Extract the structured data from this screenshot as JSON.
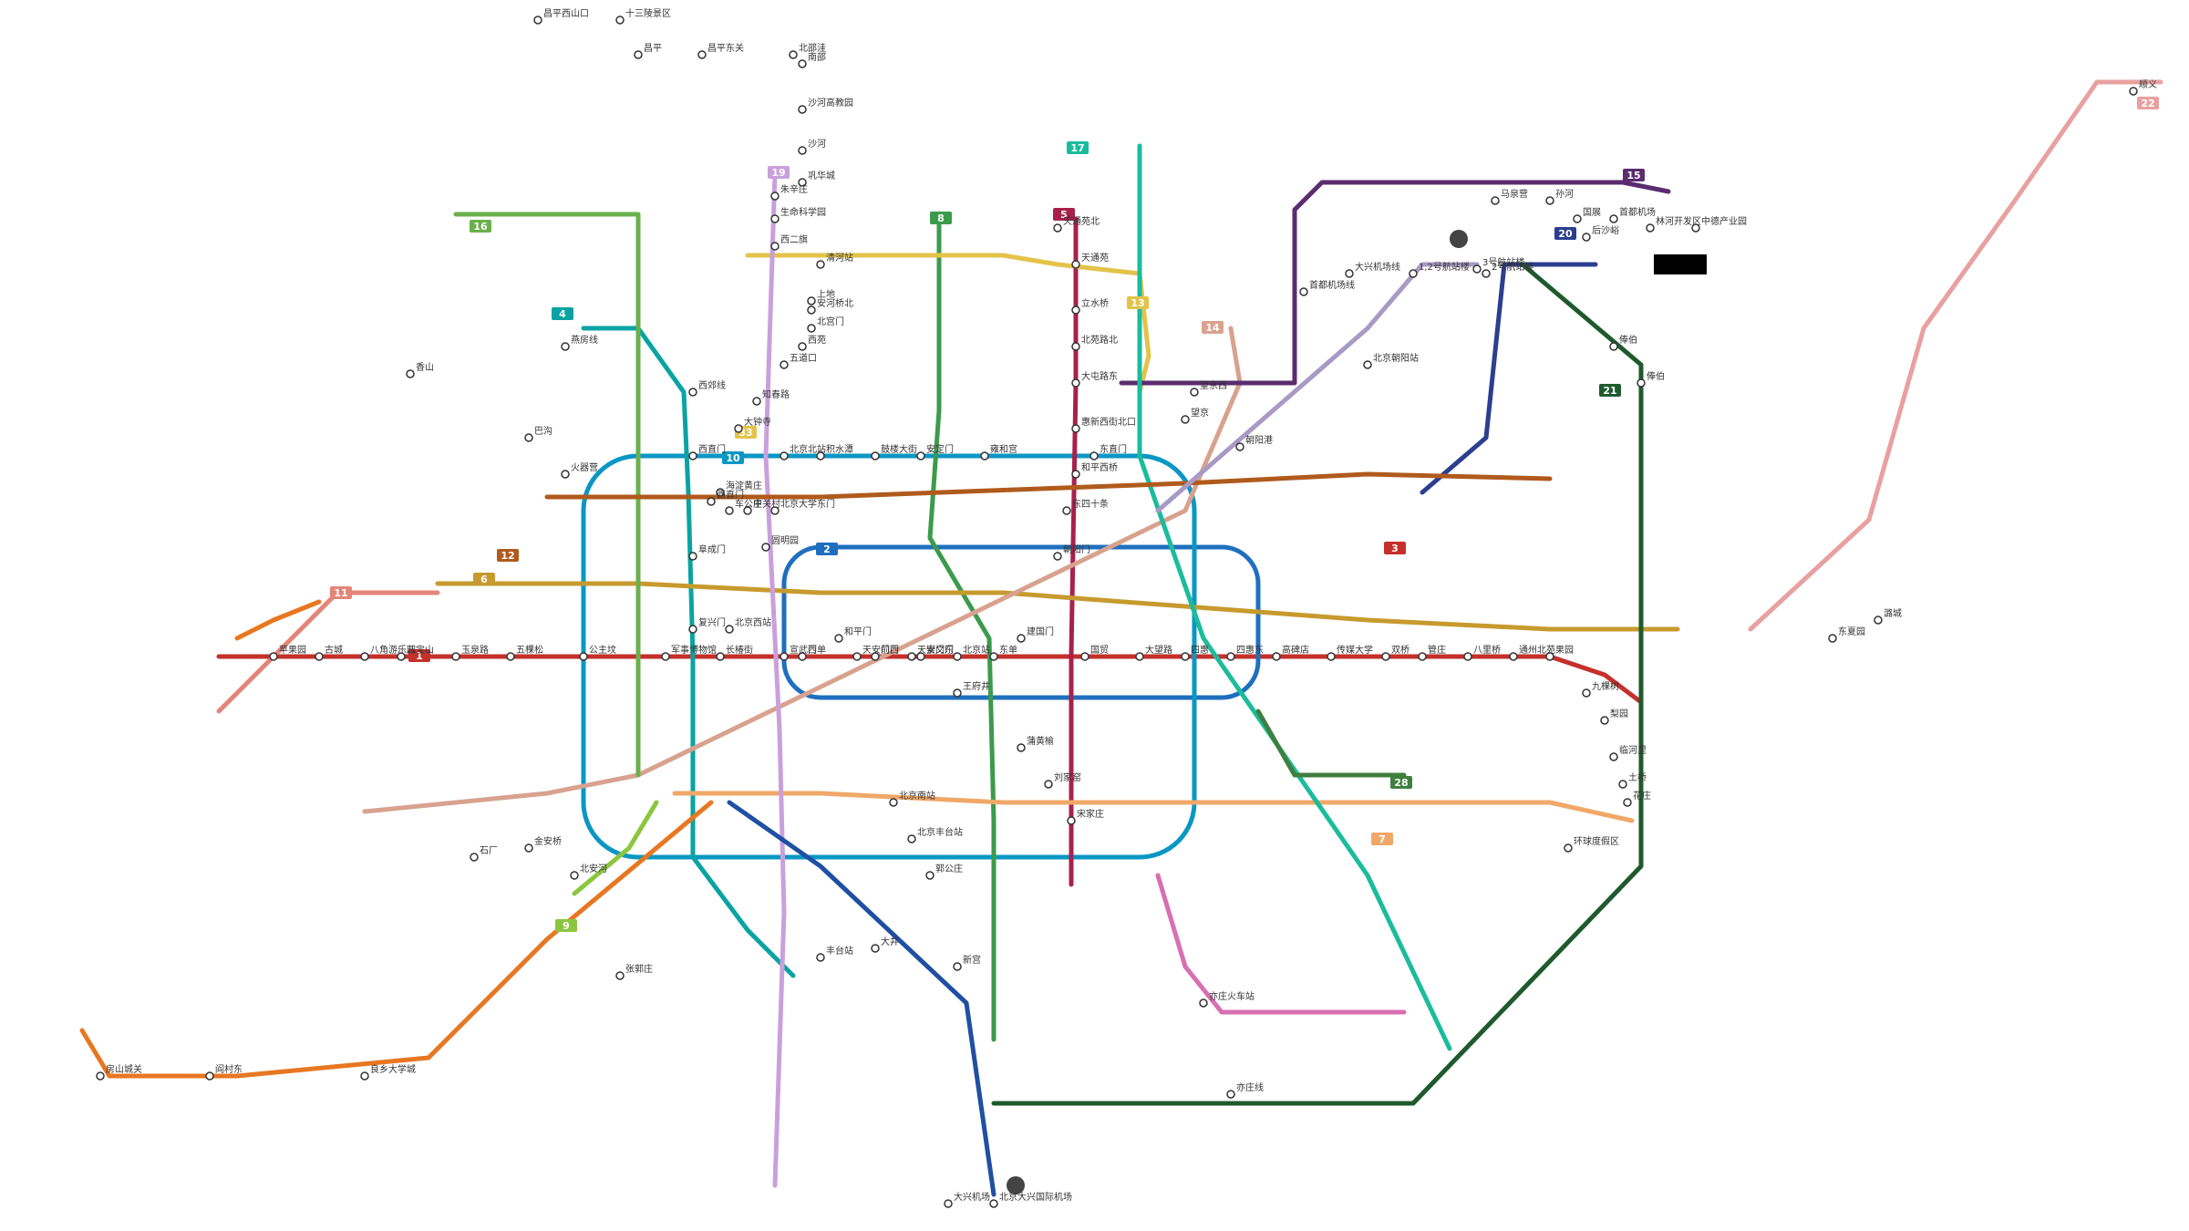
{
  "lines": [
    {
      "id": "1",
      "color": "#c4302b"
    },
    {
      "id": "2",
      "color": "#1f6fbf"
    },
    {
      "id": "4",
      "color": "#0aa3a3"
    },
    {
      "id": "5",
      "color": "#a8214b"
    },
    {
      "id": "6",
      "color": "#c79a2e"
    },
    {
      "id": "7",
      "color": "#f0a868"
    },
    {
      "id": "8",
      "color": "#3b9b4b"
    },
    {
      "id": "9",
      "color": "#8cc63f"
    },
    {
      "id": "10",
      "color": "#0b97c4"
    },
    {
      "id": "11",
      "color": "#e4857a"
    },
    {
      "id": "12",
      "color": "#b05a1c"
    },
    {
      "id": "13",
      "color": "#e3c34a"
    },
    {
      "id": "14",
      "color": "#d8a28f"
    },
    {
      "id": "15",
      "color": "#5b2c6f"
    },
    {
      "id": "16",
      "color": "#6ab04c"
    },
    {
      "id": "17",
      "color": "#1abc9c"
    },
    {
      "id": "19",
      "color": "#c9a0dc"
    },
    {
      "id": "20",
      "color": "#2c3e8f"
    },
    {
      "id": "21",
      "color": "#1f5a2e"
    },
    {
      "id": "22",
      "color": "#e8a0a0"
    },
    {
      "id": "28",
      "color": "#3f7f3f"
    },
    {
      "id": "S1",
      "color": "#d86fb2"
    }
  ],
  "badges": [
    {
      "text": "19",
      "color": "#c9a0dc"
    },
    {
      "text": "17",
      "color": "#1abc9c"
    },
    {
      "text": "5",
      "color": "#a8214b"
    },
    {
      "text": "8",
      "color": "#3b9b4b"
    },
    {
      "text": "16",
      "color": "#6ab04c"
    },
    {
      "text": "4",
      "color": "#0aa3a3"
    },
    {
      "text": "13",
      "color": "#e3c34a"
    },
    {
      "text": "14",
      "color": "#d8a28f"
    },
    {
      "text": "33",
      "color": "#e3c34a"
    },
    {
      "text": "10",
      "color": "#0b97c4"
    },
    {
      "text": "2",
      "color": "#1f6fbf"
    },
    {
      "text": "12",
      "color": "#b05a1c"
    },
    {
      "text": "6",
      "color": "#c79a2e"
    },
    {
      "text": "11",
      "color": "#e4857a"
    },
    {
      "text": "1",
      "color": "#c4302b"
    },
    {
      "text": "15",
      "color": "#5b2c6f"
    },
    {
      "text": "20",
      "color": "#2c3e8f"
    },
    {
      "text": "21",
      "color": "#1f5a2e"
    },
    {
      "text": "22",
      "color": "#e8a0a0"
    },
    {
      "text": "3",
      "color": "#c4302b"
    },
    {
      "text": "28",
      "color": "#3f7f3f"
    },
    {
      "text": "7",
      "color": "#f0a868"
    },
    {
      "text": "9",
      "color": "#8cc63f"
    }
  ],
  "stations": [
    {
      "name": "昌平西山口"
    },
    {
      "name": "十三陵景区"
    },
    {
      "name": "昌平"
    },
    {
      "name": "昌平东关"
    },
    {
      "name": "北邵洼"
    },
    {
      "name": "南邵"
    },
    {
      "name": "沙河高教园"
    },
    {
      "name": "沙河"
    },
    {
      "name": "巩华城"
    },
    {
      "name": "朱辛庄"
    },
    {
      "name": "生命科学园"
    },
    {
      "name": "西二旗"
    },
    {
      "name": "清河站"
    },
    {
      "name": "上地"
    },
    {
      "name": "五道口"
    },
    {
      "name": "知春路"
    },
    {
      "name": "大钟寺"
    },
    {
      "name": "西直门"
    },
    {
      "name": "车公庄"
    },
    {
      "name": "阜成门"
    },
    {
      "name": "复兴门"
    },
    {
      "name": "长椿街"
    },
    {
      "name": "宣武门"
    },
    {
      "name": "和平门"
    },
    {
      "name": "前门"
    },
    {
      "name": "崇文门"
    },
    {
      "name": "北京站"
    },
    {
      "name": "建国门"
    },
    {
      "name": "朝阳门"
    },
    {
      "name": "东四十条"
    },
    {
      "name": "东直门"
    },
    {
      "name": "雍和宫"
    },
    {
      "name": "安定门"
    },
    {
      "name": "鼓楼大街"
    },
    {
      "name": "积水潭"
    },
    {
      "name": "天安门东"
    },
    {
      "name": "天安门西"
    },
    {
      "name": "王府井"
    },
    {
      "name": "东单"
    },
    {
      "name": "西单"
    },
    {
      "name": "军事博物馆"
    },
    {
      "name": "公主坟"
    },
    {
      "name": "五棵松"
    },
    {
      "name": "玉泉路"
    },
    {
      "name": "八宝山"
    },
    {
      "name": "八角游乐园"
    },
    {
      "name": "古城"
    },
    {
      "name": "苹果园"
    },
    {
      "name": "国贸"
    },
    {
      "name": "大望路"
    },
    {
      "name": "四惠"
    },
    {
      "name": "四惠东"
    },
    {
      "name": "高碑店"
    },
    {
      "name": "传媒大学"
    },
    {
      "name": "双桥"
    },
    {
      "name": "管庄"
    },
    {
      "name": "八里桥"
    },
    {
      "name": "通州北苑"
    },
    {
      "name": "果园"
    },
    {
      "name": "九棵树"
    },
    {
      "name": "梨园"
    },
    {
      "name": "临河里"
    },
    {
      "name": "土桥"
    },
    {
      "name": "花庄"
    },
    {
      "name": "环球度假区"
    },
    {
      "name": "北京西站"
    },
    {
      "name": "北京南站"
    },
    {
      "name": "北京北站"
    },
    {
      "name": "北京朝阳站"
    },
    {
      "name": "北京丰台站"
    },
    {
      "name": "北京大兴国际机场"
    },
    {
      "name": "大兴机场"
    },
    {
      "name": "3号航站楼"
    },
    {
      "name": "2号航站楼"
    },
    {
      "name": "1,2号航站楼"
    },
    {
      "name": "顺义"
    },
    {
      "name": "俸伯"
    },
    {
      "name": "天通苑北"
    },
    {
      "name": "天通苑"
    },
    {
      "name": "立水桥"
    },
    {
      "name": "北苑路北"
    },
    {
      "name": "大屯路东"
    },
    {
      "name": "惠新西街北口"
    },
    {
      "name": "和平西桥"
    },
    {
      "name": "蒲黄榆"
    },
    {
      "name": "刘家窑"
    },
    {
      "name": "宋家庄"
    },
    {
      "name": "亦庄火车站"
    },
    {
      "name": "房山城关"
    },
    {
      "name": "阎村东"
    },
    {
      "name": "良乡大学城"
    },
    {
      "name": "郭公庄"
    },
    {
      "name": "香山"
    },
    {
      "name": "巴沟"
    },
    {
      "name": "火器营"
    },
    {
      "name": "海淀黄庄"
    },
    {
      "name": "中关村"
    },
    {
      "name": "北京大学东门"
    },
    {
      "name": "圆明园"
    },
    {
      "name": "西苑"
    },
    {
      "name": "北宫门"
    },
    {
      "name": "安河桥北"
    },
    {
      "name": "潞城"
    },
    {
      "name": "东夏园"
    },
    {
      "name": "金安桥"
    },
    {
      "name": "石厂"
    },
    {
      "name": "西直门"
    },
    {
      "name": "望京"
    },
    {
      "name": "望京西"
    },
    {
      "name": "朝阳港"
    },
    {
      "name": "新宫"
    },
    {
      "name": "大井"
    },
    {
      "name": "丰台站"
    },
    {
      "name": "张郭庄"
    },
    {
      "name": "北安河"
    },
    {
      "name": "俸伯"
    },
    {
      "name": "马泉营"
    },
    {
      "name": "孙河"
    },
    {
      "name": "国展"
    },
    {
      "name": "后沙峪"
    },
    {
      "name": "首都机场"
    },
    {
      "name": "林河开发区"
    },
    {
      "name": "中德产业园"
    },
    {
      "name": "燕房线"
    },
    {
      "name": "亦庄线"
    },
    {
      "name": "西郊线"
    },
    {
      "name": "首都机场线"
    },
    {
      "name": "大兴机场线"
    }
  ]
}
